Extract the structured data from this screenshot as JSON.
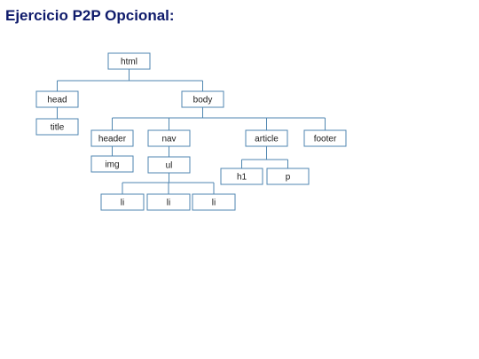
{
  "title": "Ejercicio P2P Opcional:",
  "tree": {
    "nodes": [
      {
        "id": "html",
        "label": "html",
        "parent": null
      },
      {
        "id": "head",
        "label": "head",
        "parent": "html"
      },
      {
        "id": "body",
        "label": "body",
        "parent": "html"
      },
      {
        "id": "title",
        "label": "title",
        "parent": "head"
      },
      {
        "id": "header",
        "label": "header",
        "parent": "body"
      },
      {
        "id": "nav",
        "label": "nav",
        "parent": "body"
      },
      {
        "id": "article",
        "label": "article",
        "parent": "body"
      },
      {
        "id": "footer",
        "label": "footer",
        "parent": "body"
      },
      {
        "id": "img",
        "label": "img",
        "parent": "header"
      },
      {
        "id": "ul",
        "label": "ul",
        "parent": "nav"
      },
      {
        "id": "li1",
        "label": "li",
        "parent": "ul"
      },
      {
        "id": "li2",
        "label": "li",
        "parent": "ul"
      },
      {
        "id": "li3",
        "label": "li",
        "parent": "ul"
      },
      {
        "id": "h1",
        "label": "h1",
        "parent": "article"
      },
      {
        "id": "p",
        "label": "p",
        "parent": "article"
      }
    ]
  },
  "colors": {
    "title": "#0f1b6b",
    "node_border": "#4f86b0",
    "connector": "#4f86b0"
  }
}
